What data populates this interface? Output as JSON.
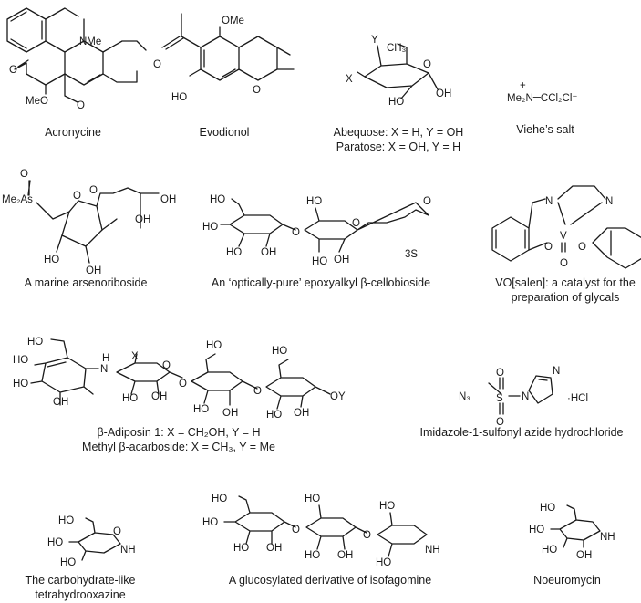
{
  "captions": {
    "acronycine": "Acronycine",
    "evodionol": "Evodionol",
    "abequose": "Abequose: X = H, Y = OH",
    "paratose": "Paratose: X = OH, Y = H",
    "viehe": "Viehe’s salt",
    "arsenoriboside": "A marine arsenoriboside",
    "cellobioside": "An ‘optically-pure’ epoxyalkyl β-cellobioside",
    "vosalen_1": "VO[salen]: a catalyst for the",
    "vosalen_2": "preparation of glycals",
    "adiposin": "β-Adiposin 1: X = CH₂OH, Y = H",
    "acarboside": "Methyl β-acarboside: X = CH₃, Y = Me",
    "imidazole": "Imidazole-1-sulfonyl azide hydrochloride",
    "oxazine_1": "The carbohydrate-like",
    "oxazine_2": "tetrahydrooxazine",
    "isofagomine": "A glucosylated derivative of isofagomine",
    "noeuromycin": "Noeuromycin"
  },
  "labels": {
    "nme": "NMe",
    "ome": "OMe",
    "o": "O",
    "meo": "MeO",
    "ho": "HO",
    "oh": "OH",
    "x": "X",
    "y": "Y",
    "ch3": "CH₃",
    "viehe_plus": "+",
    "viehe_formula": "Me₂N═CCl₂Cl⁻",
    "me2as": "Me₂As",
    "three_s": "3S",
    "n": "N",
    "nh": "NH",
    "h": "H",
    "v": "V",
    "oy": "OY",
    "n3": "N₃",
    "s": "S",
    "hcl": "·HCl"
  }
}
